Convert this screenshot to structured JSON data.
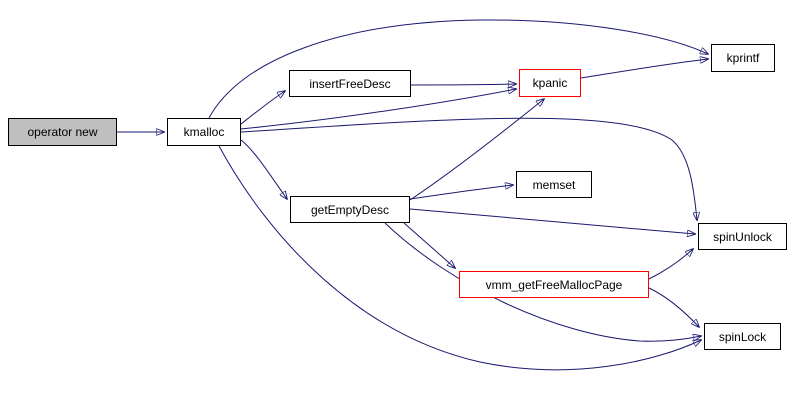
{
  "diagram": {
    "type": "call-graph",
    "background": "#ffffff",
    "edge_color": "#191970",
    "root_fill": "#bfbfbf",
    "flagged_border": "#ff0000",
    "node_border": "#000000",
    "nodes": [
      {
        "id": "operator-new",
        "label": "operator new",
        "role": "root",
        "fill": "#bfbfbf",
        "border": "#000000"
      },
      {
        "id": "kmalloc",
        "label": "kmalloc",
        "role": "call",
        "fill": "#ffffff",
        "border": "#000000"
      },
      {
        "id": "insertFreeDesc",
        "label": "insertFreeDesc",
        "role": "call",
        "fill": "#ffffff",
        "border": "#000000"
      },
      {
        "id": "kpanic",
        "label": "kpanic",
        "role": "call",
        "fill": "#ffffff",
        "border": "#ff0000"
      },
      {
        "id": "kprintf",
        "label": "kprintf",
        "role": "call",
        "fill": "#ffffff",
        "border": "#000000"
      },
      {
        "id": "getEmptyDesc",
        "label": "getEmptyDesc",
        "role": "call",
        "fill": "#ffffff",
        "border": "#000000"
      },
      {
        "id": "memset",
        "label": "memset",
        "role": "call",
        "fill": "#ffffff",
        "border": "#000000"
      },
      {
        "id": "spinUnlock",
        "label": "spinUnlock",
        "role": "call",
        "fill": "#ffffff",
        "border": "#000000"
      },
      {
        "id": "vmm_getFreeMallocPage",
        "label": "vmm_getFreeMallocPage",
        "role": "call",
        "fill": "#ffffff",
        "border": "#ff0000"
      },
      {
        "id": "spinLock",
        "label": "spinLock",
        "role": "call",
        "fill": "#ffffff",
        "border": "#000000"
      }
    ],
    "edges": [
      {
        "from": "operator new",
        "to": "kmalloc"
      },
      {
        "from": "kmalloc",
        "to": "kprintf"
      },
      {
        "from": "kmalloc",
        "to": "insertFreeDesc"
      },
      {
        "from": "kmalloc",
        "to": "kpanic"
      },
      {
        "from": "kmalloc",
        "to": "getEmptyDesc"
      },
      {
        "from": "kmalloc",
        "to": "spinUnlock"
      },
      {
        "from": "kmalloc",
        "to": "spinLock"
      },
      {
        "from": "insertFreeDesc",
        "to": "kpanic"
      },
      {
        "from": "kpanic",
        "to": "kprintf"
      },
      {
        "from": "getEmptyDesc",
        "to": "kpanic"
      },
      {
        "from": "getEmptyDesc",
        "to": "memset"
      },
      {
        "from": "getEmptyDesc",
        "to": "spinUnlock"
      },
      {
        "from": "getEmptyDesc",
        "to": "vmm_getFreeMallocPage"
      },
      {
        "from": "getEmptyDesc",
        "to": "spinLock"
      },
      {
        "from": "vmm_getFreeMallocPage",
        "to": "spinUnlock"
      },
      {
        "from": "vmm_getFreeMallocPage",
        "to": "spinLock"
      }
    ]
  }
}
